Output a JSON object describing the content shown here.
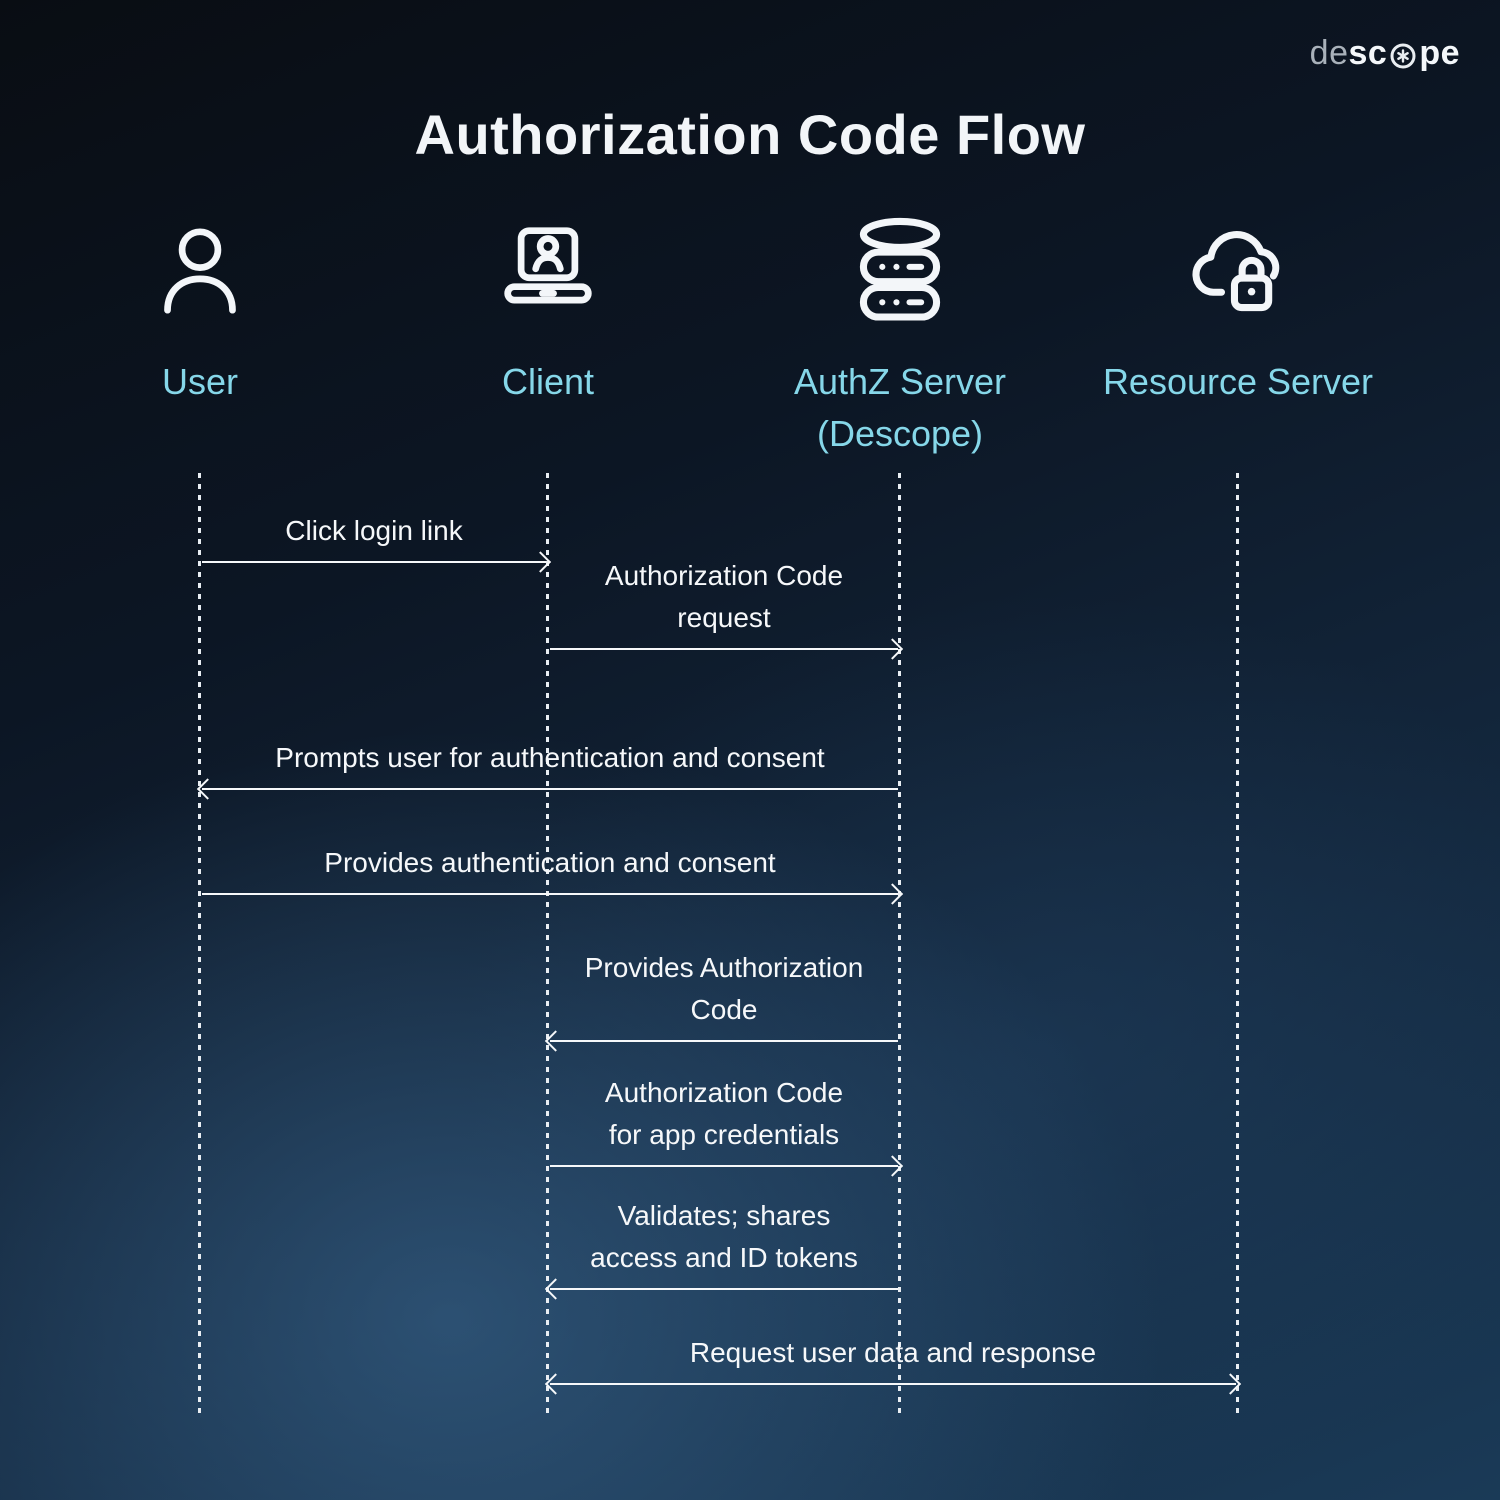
{
  "logo": {
    "de": "de",
    "sc": "sc",
    "pe": "pe"
  },
  "title": "Authorization Code Flow",
  "actors": [
    {
      "name": "User",
      "icon": "user-icon"
    },
    {
      "name": "Client",
      "icon": "laptop-user-icon"
    },
    {
      "name": "AuthZ Server (Descope)",
      "icon": "server-icon"
    },
    {
      "name": "Resource Server",
      "icon": "cloud-lock-icon"
    }
  ],
  "messages": [
    {
      "text": "Click login link",
      "from": "User",
      "to": "Client",
      "direction": "right"
    },
    {
      "text": "Authorization Code request",
      "from": "Client",
      "to": "AuthZ Server (Descope)",
      "direction": "right"
    },
    {
      "text": "Prompts user for authentication and consent",
      "from": "AuthZ Server (Descope)",
      "to": "User",
      "direction": "left"
    },
    {
      "text": "Provides authentication and consent",
      "from": "User",
      "to": "AuthZ Server (Descope)",
      "direction": "right"
    },
    {
      "text": "Provides Authorization Code",
      "from": "AuthZ Server (Descope)",
      "to": "Client",
      "direction": "left"
    },
    {
      "text": "Authorization Code for app credentials",
      "from": "Client",
      "to": "AuthZ Server (Descope)",
      "direction": "right"
    },
    {
      "text": "Validates; shares access and ID tokens",
      "from": "AuthZ Server (Descope)",
      "to": "Client",
      "direction": "left"
    },
    {
      "text": "Request user data and response",
      "from": "Client",
      "to": "Resource Server",
      "direction": "both"
    }
  ],
  "colors": {
    "accent": "#86d7e9",
    "arrow": "#f6f8fa",
    "background_dark": "#090d13",
    "background_light": "#1a3a57"
  }
}
